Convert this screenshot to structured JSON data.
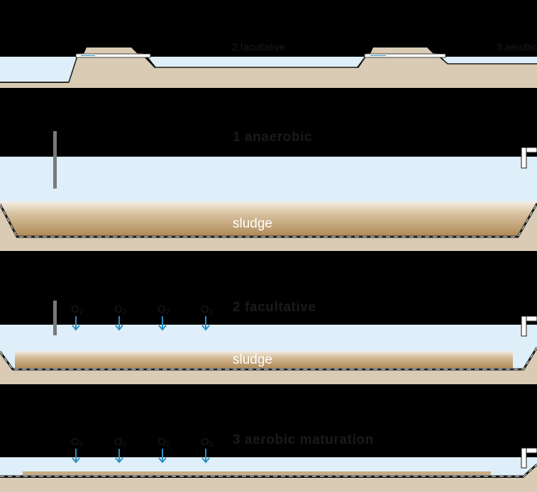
{
  "colors": {
    "background": "#000000",
    "ground": "#d9cbb4",
    "water": "#deeff9",
    "sludge_top": "#f3ede4",
    "sludge_bottom": "#b48f5d",
    "outline": "#1a1a1a",
    "oxygen_arrow": "#2a8fc4",
    "post": "#7a7a7a"
  },
  "overview": {
    "label_facultative": "2 facultative",
    "label_aerobic": "3 aerobic"
  },
  "pond_anaerobic": {
    "title": "1 anaerobic",
    "sludge_label": "sludge"
  },
  "pond_facultative": {
    "title": "2 facultative",
    "sludge_label": "sludge",
    "oxygen_labels": [
      "O₂",
      "O₂",
      "O₂",
      "O₂"
    ],
    "icons": [
      "oxygen-arrow-icon",
      "outlet-pipe-icon",
      "inlet-post-icon"
    ]
  },
  "pond_aerobic": {
    "title": "3 aerobic maturation",
    "oxygen_labels": [
      "O₂",
      "O₂",
      "O₂",
      "O₂"
    ],
    "icons": [
      "oxygen-arrow-icon",
      "outlet-pipe-icon"
    ]
  }
}
